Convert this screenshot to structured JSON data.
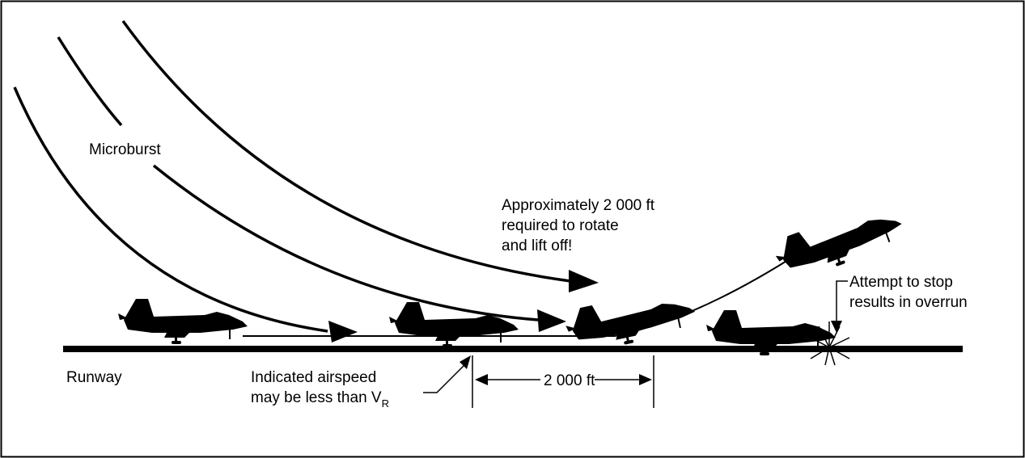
{
  "labels": {
    "microburst": "Microburst",
    "approx_line1": "Approximately 2 000 ft",
    "approx_line2": "required to rotate",
    "approx_line3": "and lift off!",
    "attempt_line1": "Attempt to stop",
    "attempt_line2": "results in overrun",
    "runway": "Runway",
    "airspeed_line1": "Indicated airspeed",
    "airspeed_line2": "may be less than V",
    "airspeed_subscript": "R",
    "distance": "2 000 ft"
  },
  "colors": {
    "ink": "#000000",
    "background": "#ffffff"
  },
  "icons": [
    "aircraft-silhouette-icon",
    "flow-arrow-icon",
    "impact-burst-icon"
  ]
}
